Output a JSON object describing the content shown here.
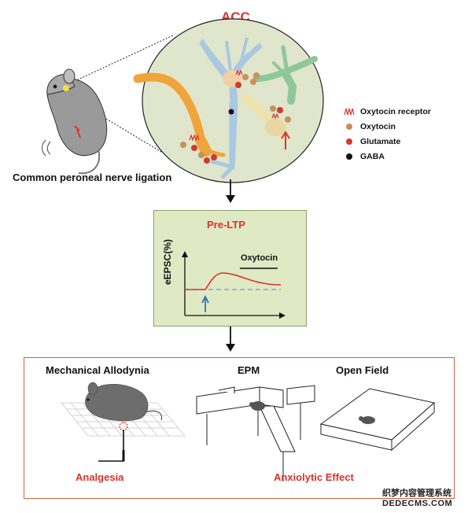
{
  "top": {
    "region_label": "ACC",
    "caption": "Common peroneal nerve ligation"
  },
  "legend": {
    "items": [
      {
        "label": "Oxytocin receptor",
        "icon": "receptor-icon",
        "color": "#e0302b"
      },
      {
        "label": "Oxytocin",
        "icon": "dot-icon",
        "color": "#c8905a"
      },
      {
        "label": "Glutamate",
        "icon": "dot-icon",
        "color": "#d23a2c"
      },
      {
        "label": "GABA",
        "icon": "dot-icon",
        "color": "#111111"
      }
    ]
  },
  "middle": {
    "title": "Pre-LTP",
    "ylabel": "eEPSC(%)",
    "drug_label": "Oxytocin"
  },
  "bottom": {
    "tests": [
      "Mechanical Allodynia",
      "EPM",
      "Open Field"
    ],
    "effects": [
      "Analgesia",
      "Anxiolytic Effect"
    ]
  },
  "watermark": {
    "line1": "织梦内容管理系统",
    "line2": "DEDECMS.COM"
  },
  "colors": {
    "accent_red": "#e0302b",
    "ltp_panel_bg": "#dfe9c4",
    "ltp_panel_border": "#8aa168",
    "acc_bg": "#dfe6cc",
    "bottom_border": "#d0633a"
  }
}
